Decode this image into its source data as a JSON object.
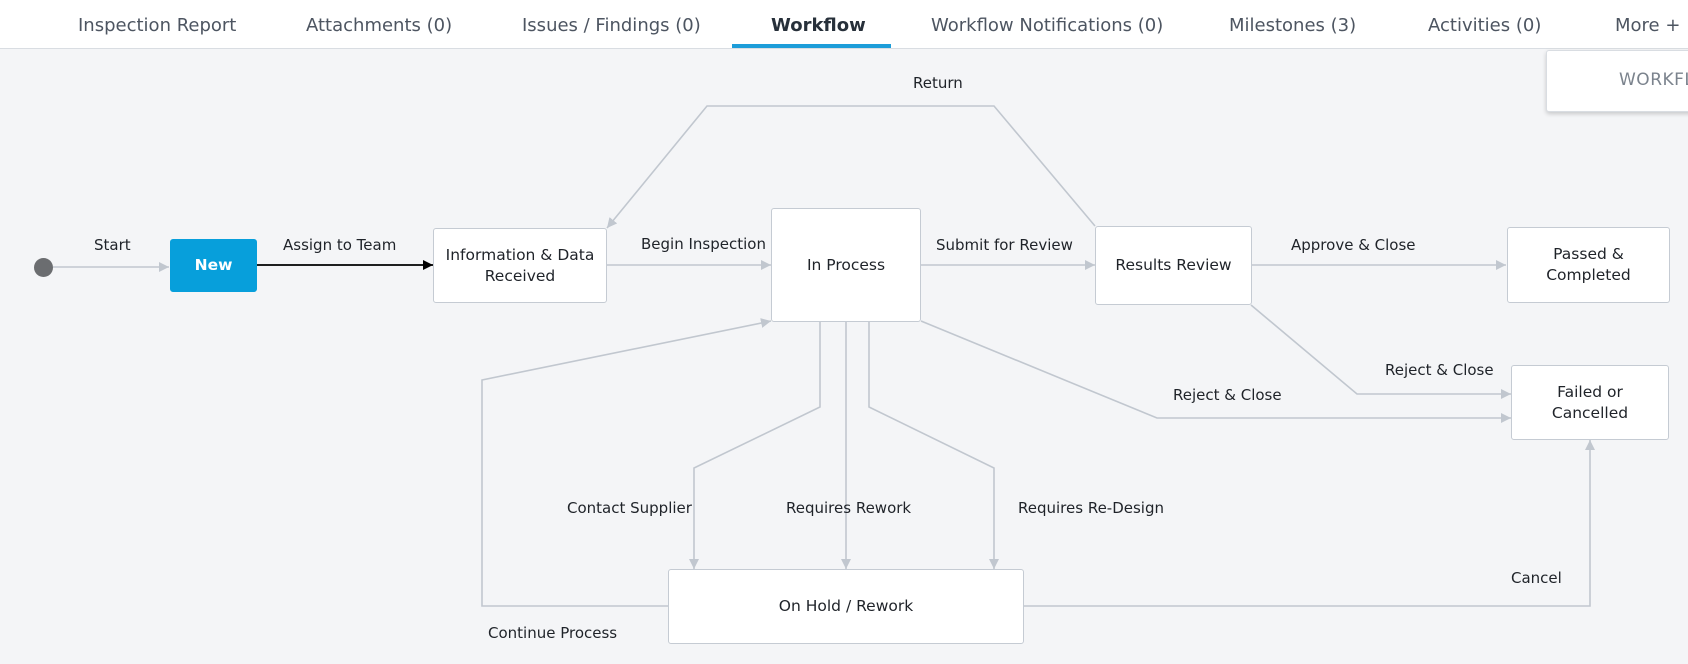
{
  "tabs": {
    "inspection_report": "Inspection Report",
    "attachments": "Attachments (0)",
    "issues": "Issues / Findings (0)",
    "workflow": "Workflow",
    "workflow_notifications": "Workflow Notifications (0)",
    "milestones": "Milestones (3)",
    "activities": "Activities (0)",
    "more": "More +"
  },
  "side_panel": {
    "label": "WORKFL"
  },
  "workflow": {
    "states": {
      "new": "New",
      "info_received": "Information & Data Received",
      "in_process": "In Process",
      "results_review": "Results Review",
      "passed": "Passed & Completed",
      "failed": "Failed or Cancelled",
      "on_hold": "On Hold / Rework"
    },
    "transitions": {
      "start": "Start",
      "assign": "Assign to Team",
      "begin": "Begin Inspection",
      "submit": "Submit for Review",
      "approve": "Approve & Close",
      "reject_review": "Reject & Close",
      "reject_process": "Reject & Close",
      "return": "Return",
      "contact_supplier": "Contact Supplier",
      "requires_rework": "Requires Rework",
      "requires_redesign": "Requires Re-Design",
      "continue": "Continue Process",
      "cancel": "Cancel"
    }
  },
  "colors": {
    "accent": "#079fdb",
    "active_tab_underline": "#1d9dd9",
    "connector": "#c1c7cf",
    "active_connector": "#000000"
  }
}
